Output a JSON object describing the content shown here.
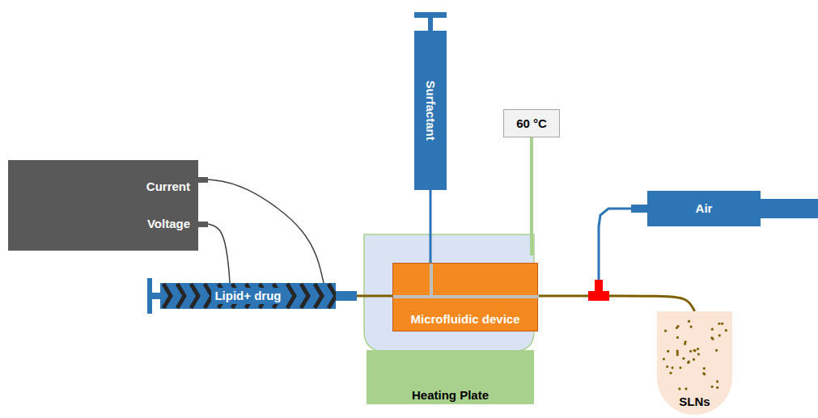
{
  "diagram": {
    "nodes": [
      {
        "text": [
          "Current",
          "Voltage"
        ]
      },
      {
        "text": [
          "Surfactant"
        ]
      },
      {
        "text": [
          "60 °C"
        ]
      },
      {
        "text": [
          "Air"
        ]
      },
      {
        "text": [
          "Lipid+ drug"
        ]
      },
      {
        "text": [
          "Microfluidic device"
        ]
      },
      {
        "text": [
          "Heating Plate"
        ]
      },
      {
        "text": [
          "SLNs"
        ]
      }
    ],
    "edges": [
      {
        "from": 0,
        "to": 4,
        "arrow": "none"
      },
      {
        "from": 0,
        "to": 4,
        "arrow": "none"
      },
      {
        "from": 4,
        "to": 5,
        "arrow": "none"
      },
      {
        "from": 1,
        "to": 5,
        "arrow": "none"
      },
      {
        "from": 3,
        "to": 7,
        "arrow": "none"
      },
      {
        "from": 5,
        "to": 7,
        "arrow": "none"
      }
    ]
  }
}
